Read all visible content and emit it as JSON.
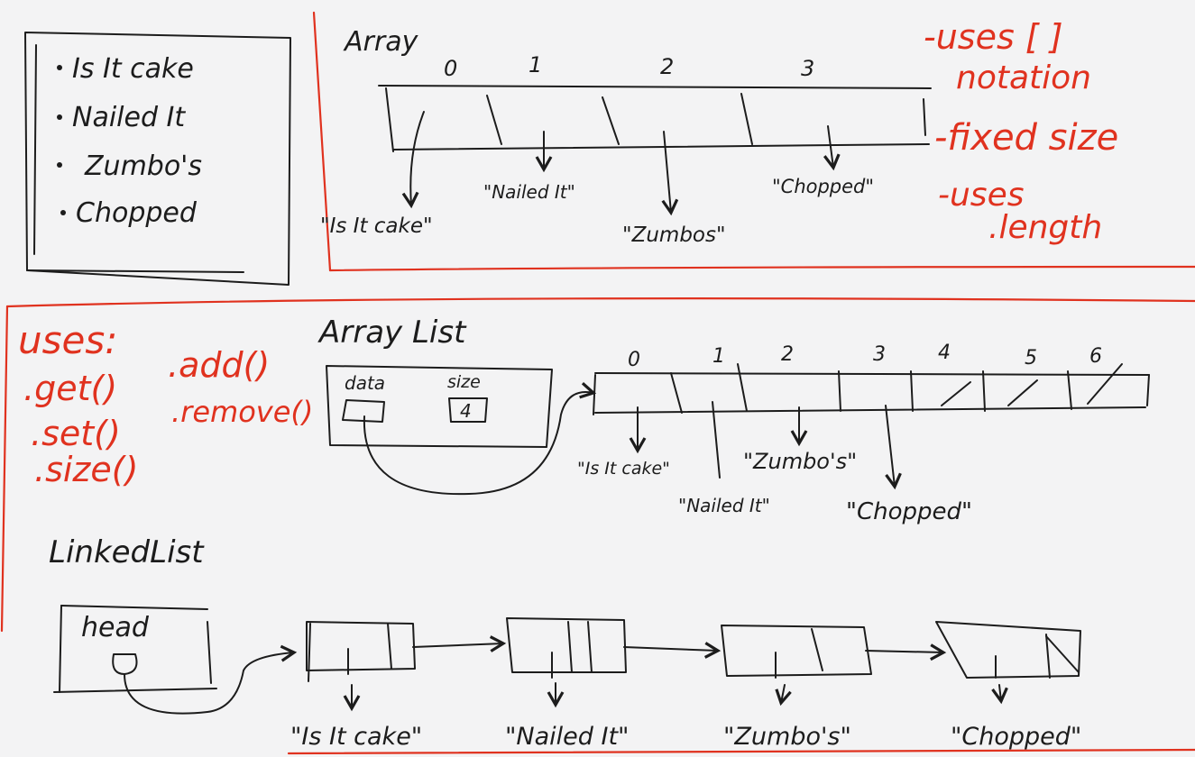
{
  "shows_list": [
    "Is It cake",
    "Nailed It",
    "Zumbo's",
    "Chopped"
  ],
  "array": {
    "title": "Array",
    "indices": [
      "0",
      "1",
      "2",
      "3"
    ],
    "items": [
      "\"Is It cake\"",
      "\"Nailed It\"",
      "\"Zumbos\"",
      "\"Chopped\""
    ],
    "notes": [
      "-uses [ ]",
      "notation",
      "-fixed size",
      "-uses",
      ".length"
    ]
  },
  "arraylist": {
    "title": "Array List",
    "methods_title": "uses:",
    "methods": [
      ".get()",
      ".add()",
      ".set()",
      ".remove()",
      ".size()"
    ],
    "field_data": "data",
    "field_size": "size",
    "size_value": "4",
    "indices": [
      "0",
      "1",
      "2",
      "3",
      "4",
      "5",
      "6"
    ],
    "items": [
      "\"Is It cake\"",
      "\"Nailed It\"",
      "\"Zumbo's\"",
      "\"Chopped\""
    ]
  },
  "linkedlist": {
    "title": "LinkedList",
    "head_label": "head",
    "items": [
      "\"Is It cake\"",
      "\"Nailed It\"",
      "\"Zumbo's\"",
      "\"Chopped\""
    ]
  },
  "colors": {
    "ink": "#1c1c1c",
    "accent": "#e0321f",
    "paper": "#f3f3f4"
  }
}
